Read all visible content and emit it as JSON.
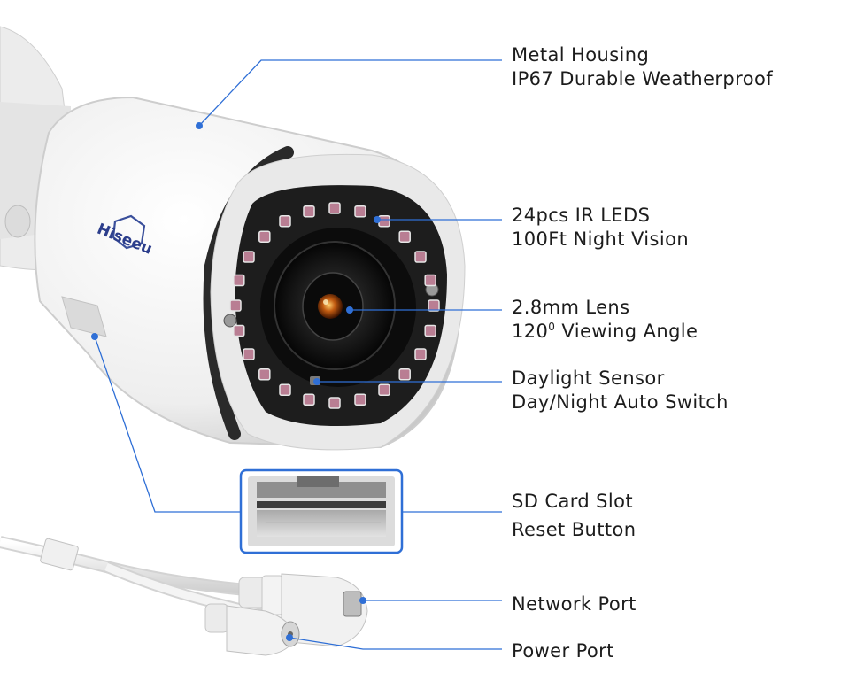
{
  "brand": {
    "logo_text": "Hiseeu"
  },
  "colors": {
    "leader_line": "#2f6fd6",
    "text": "#1c1c1c",
    "camera_body": "#f2f2f2",
    "ir_led": "#b97e93"
  },
  "callouts": {
    "housing": {
      "line1": "Metal Housing",
      "line2": "IP67 Durable Weatherproof"
    },
    "ir_leds": {
      "line1": "24pcs IR LEDS",
      "line2": "100Ft Night Vision"
    },
    "lens": {
      "line1": "2.8mm Lens",
      "line2_prefix": "120",
      "line2_sup": "0",
      "line2_suffix": " Viewing Angle"
    },
    "sensor": {
      "line1": "Daylight Sensor",
      "line2": "Day/Night Auto Switch"
    },
    "sd_slot": {
      "line1": "SD Card Slot",
      "line2": "Reset Button"
    },
    "network": {
      "line1": "Network Port"
    },
    "power": {
      "line1": "Power Port"
    }
  }
}
